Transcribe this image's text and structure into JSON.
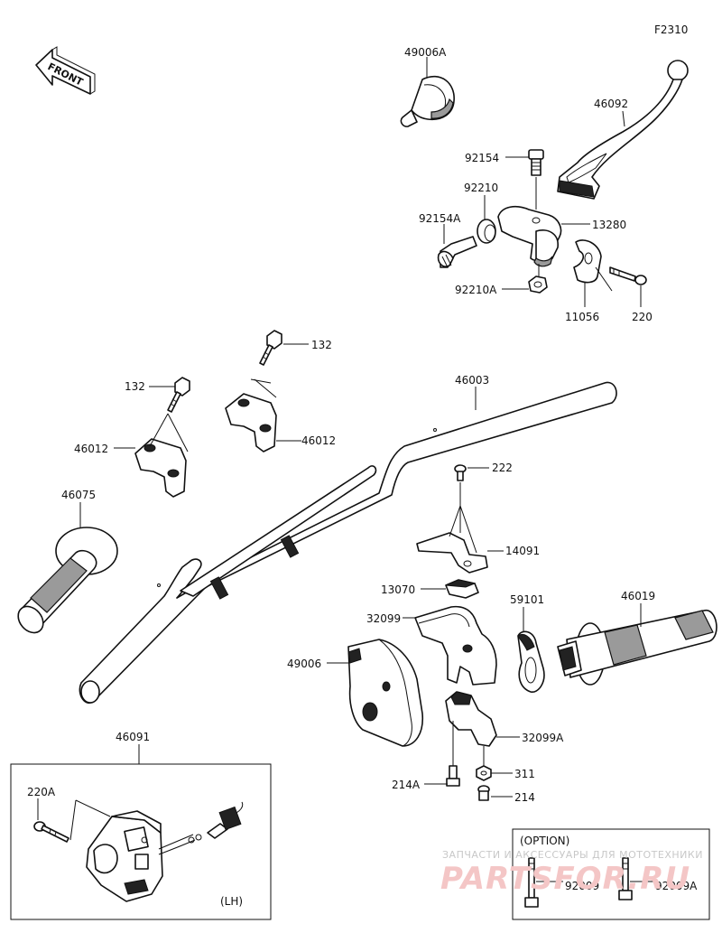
{
  "figure_code": "F2310",
  "front_label": "FRONT",
  "labels": {
    "p49006A": "49006A",
    "p46092": "46092",
    "p92154": "92154",
    "p92210": "92210",
    "p13280": "13280",
    "p92154A": "92154A",
    "p92210A": "92210A",
    "p11056": "11056",
    "p220": "220",
    "p132a": "132",
    "p132b": "132",
    "p46003": "46003",
    "p46012a": "46012",
    "p46012b": "46012",
    "p222": "222",
    "p46075": "46075",
    "p14091": "14091",
    "p13070": "13070",
    "p59101": "59101",
    "p46019": "46019",
    "p32099": "32099",
    "p49006": "49006",
    "p32099A": "32099A",
    "p311": "311",
    "p214A": "214A",
    "p214": "214",
    "p46091": "46091",
    "p220A": "220A",
    "lh": "(LH)",
    "option": "(OPTION)",
    "p92009": "92009",
    "p92009A": "92009A"
  },
  "watermark": {
    "line1": "ЗАПЧАСТИ И АКСЕССУАРЫ ДЛЯ МОТОТЕХНИКИ",
    "line2": "PARTSFOR.RU"
  }
}
